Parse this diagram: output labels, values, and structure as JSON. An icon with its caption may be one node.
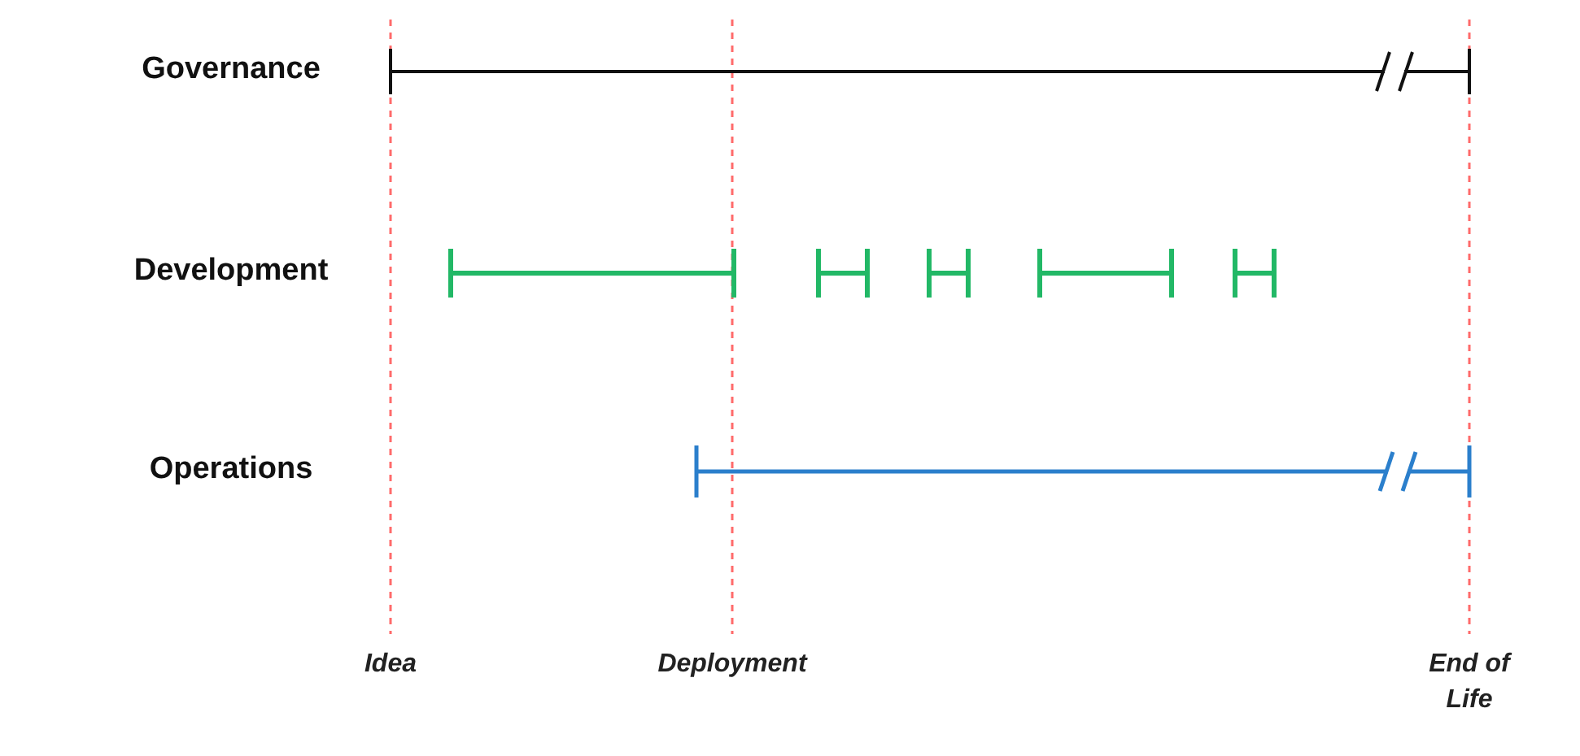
{
  "diagram": {
    "labels": [
      "Governance",
      "Development",
      "Operations",
      "Idea",
      "Deployment",
      "End of Life"
    ]
  }
}
